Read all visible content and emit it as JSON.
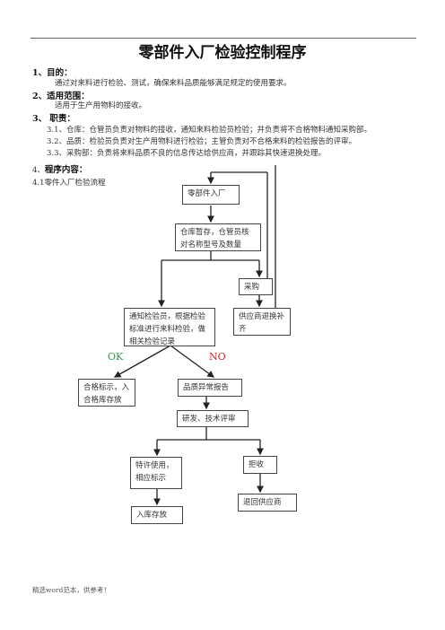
{
  "title": "零部件入厂检验控制程序",
  "sections": {
    "purpose_heading": "1、目的：",
    "purpose_text": "通过对来料进行检验、测试，确保来料品质能够满足规定的使用要求。",
    "scope_heading": "2、适用范围：",
    "scope_text": "适用于生产用物料的接收。",
    "duties_heading": "3、 职责：",
    "duty_1": "3.1、仓库：仓管员负责对物料的接收，通知来料检验员检验；并负责将不合格物料通知采购部。",
    "duty_2": "3.2、品质：检验员负责对生产用物料进行检验；主管负责对不合格来料的检验报告的评审。",
    "duty_3": "3.3、采购部：负责将来料品质不良的信息传达给供应商，并跟踪其快速退换处理。",
    "content_heading_num": "4、",
    "content_heading": "程序内容：",
    "flow_heading": "4.1零件入厂检验流程"
  },
  "flowchart": {
    "parts_in": "零部件入厂",
    "warehouse": "仓库暂存，仓管员核对名称型号及数量",
    "purchase": "采购",
    "inspect": "通知检验员，根据检验标准进行来料检验，做相关检验记录",
    "supplier_return": "供应商退换补齐",
    "ok_label": "OK",
    "no_label": "NO",
    "pass": "合格标示，入合格库存放",
    "abnormal": "品质异常报告",
    "review": "研发、技术评审",
    "special_use": "特许使用，相应标示",
    "reject": "拒收",
    "stock": "入库存放",
    "return_supplier": "退回供应商"
  },
  "footer": "精选word范本，供参考！"
}
